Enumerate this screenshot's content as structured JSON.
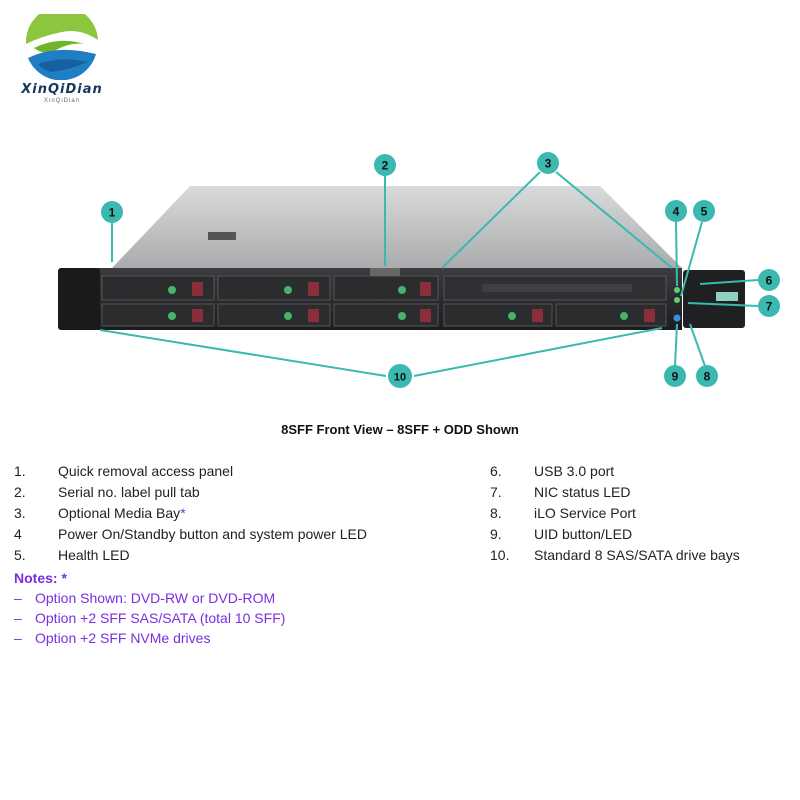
{
  "logo": {
    "name": "XinQiDian",
    "subtitle": "XinQiDian"
  },
  "caption": "8SFF Front View – 8SFF + ODD Shown",
  "callouts": [
    "1",
    "2",
    "3",
    "4",
    "5",
    "6",
    "7",
    "8",
    "9",
    "10"
  ],
  "left_list": [
    {
      "num": "1.",
      "text": "Quick removal access panel",
      "star": ""
    },
    {
      "num": "2.",
      "text": "Serial no. label pull tab",
      "star": ""
    },
    {
      "num": "3.",
      "text": "Optional Media Bay",
      "star": "*"
    },
    {
      "num": "4",
      "text": "Power On/Standby button and system power LED",
      "star": ""
    },
    {
      "num": "5.",
      "text": "Health LED",
      "star": ""
    }
  ],
  "right_list": [
    {
      "num": "6.",
      "text": "USB 3.0 port"
    },
    {
      "num": "7.",
      "text": "NIC status LED"
    },
    {
      "num": "8.",
      "text": "iLO Service Port"
    },
    {
      "num": "9.",
      "text": "UID button/LED"
    },
    {
      "num": "10.",
      "text": "Standard 8 SAS/SATA drive bays"
    }
  ],
  "notes": {
    "title": "Notes: *",
    "items": [
      "Option Shown: DVD-RW or DVD-ROM",
      "Option +2 SFF SAS/SATA (total 10 SFF)",
      "Option +2 SFF NVMe drives"
    ]
  },
  "colors": {
    "callout": "#3bb8b0",
    "accent": "#7b2ee0",
    "logo_green": "#8cc63f",
    "logo_blue": "#1f7fc4"
  }
}
